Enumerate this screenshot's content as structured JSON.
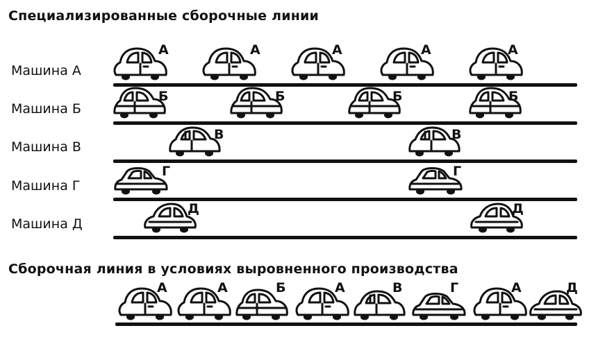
{
  "section1": {
    "title": "Специализированные сборочные линии",
    "rows": [
      {
        "label": "Машина А",
        "letter": "А",
        "type": "a"
      },
      {
        "label": "Машина Б",
        "letter": "Б",
        "type": "b"
      },
      {
        "label": "Машина В",
        "letter": "В",
        "type": "c"
      },
      {
        "label": "Машина Г",
        "letter": "Г",
        "type": "d"
      },
      {
        "label": "Машина Д",
        "letter": "Д",
        "type": "e"
      }
    ]
  },
  "section2": {
    "title": "Сборочная линия в условиях выровненного производства",
    "sequence": [
      "А",
      "А",
      "Б",
      "А",
      "В",
      "Г",
      "А",
      "Д"
    ]
  }
}
